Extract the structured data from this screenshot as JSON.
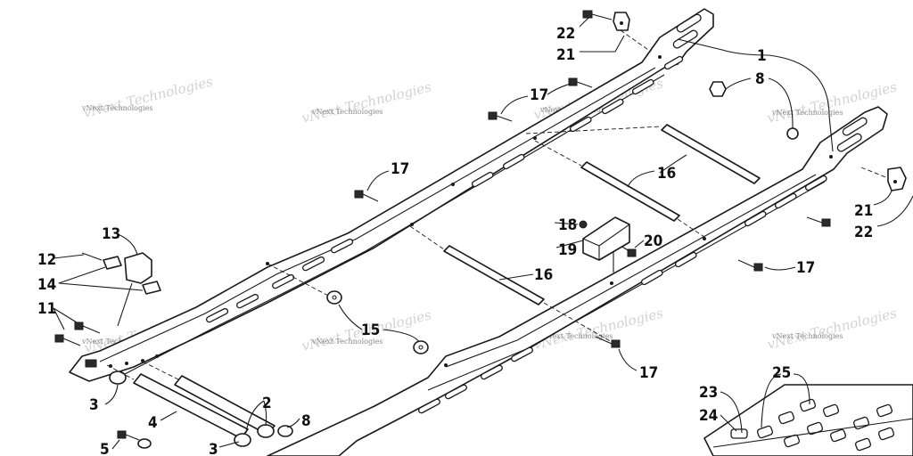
{
  "diagram": {
    "watermark_text": "vNext Technologies",
    "callouts": {
      "c1": "1",
      "c2": "2",
      "c3a": "3",
      "c3b": "3",
      "c4": "4",
      "c5": "5",
      "c8a": "8",
      "c8b": "8",
      "c11": "11",
      "c12": "12",
      "c13": "13",
      "c14": "14",
      "c15": "15",
      "c16a": "16",
      "c16b": "16",
      "c17a": "17",
      "c17b": "17",
      "c17c": "17",
      "c17d": "17",
      "c18": "18",
      "c19": "19",
      "c20": "20",
      "c21a": "21",
      "c21b": "21",
      "c22a": "22",
      "c22b": "22",
      "c23": "23",
      "c24": "24",
      "c25": "25"
    }
  }
}
